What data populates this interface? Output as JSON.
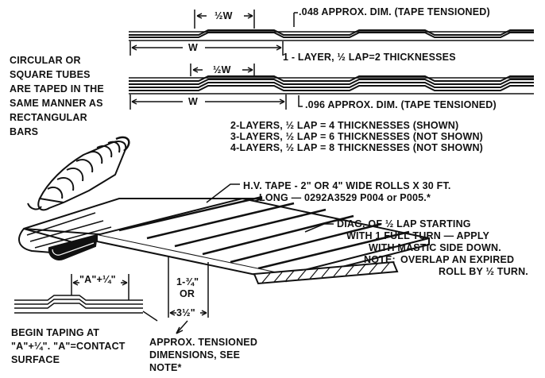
{
  "top_section": {
    "half_w_top": "½W",
    "w_top": "W",
    "tape_048": ".048 APPROX. DIM. (TAPE TENSIONED)",
    "one_layer": "1 - LAYER, ½ LAP=2 THICKNESSES",
    "half_w_second": "½W",
    "w_second": "W",
    "tape_096": ".096 APPROX. DIM. (TAPE TENSIONED)"
  },
  "layer_notes": [
    "2-LAYERS, ½ LAP = 4 THICKNESSES (SHOWN)",
    "3-LAYERS, ½ LAP = 6 THICKNESSES (NOT SHOWN)",
    "4-LAYERS, ½ LAP = 8 THICKNESSES (NOT SHOWN)"
  ],
  "tube_note": [
    "CIRCULAR OR",
    "SQUARE TUBES",
    "ARE TAPED IN THE",
    "SAME MANNER AS",
    "RECTANGULAR",
    "BARS"
  ],
  "hv_tape": [
    "H.V. TAPE - 2\" OR 4\" WIDE ROLLS X 30 FT.",
    "LONG — 0292A3529 P004 or P005.*"
  ],
  "diag_note": [
    "DIAG. OF ½ LAP STARTING",
    "WITH 1 FULL TURN — APPLY",
    "WITH MASTIC SIDE DOWN."
  ],
  "note_bold": "NOTE:",
  "note_text": [
    "OVERLAP AN EXPIRED",
    "ROLL BY ½ TURN."
  ],
  "dim_a": "\"A\"+¼\"",
  "dim_width": [
    "1-¾\"",
    "OR",
    "3½\""
  ],
  "begin_taping": [
    "BEGIN TAPING AT",
    "\"A\"+¼\". \"A\"=CONTACT",
    "SURFACE"
  ],
  "approx_tensioned": [
    "APPROX. TENSIONED",
    "DIMENSIONS, SEE",
    "NOTE*"
  ]
}
